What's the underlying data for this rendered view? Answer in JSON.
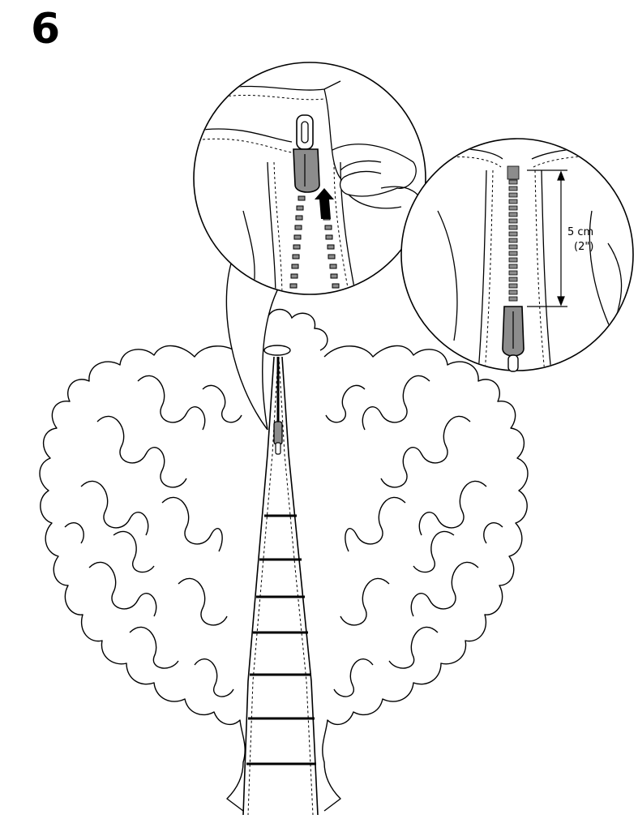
{
  "step": {
    "number": "6"
  },
  "measurement": {
    "metric": "5 cm",
    "imperial": "(2\")"
  },
  "colors": {
    "ink": "#000000",
    "zipper_gray": "#8c8c8c",
    "paper": "#ffffff"
  },
  "icons": {
    "arrow": "up-arrow-icon"
  }
}
